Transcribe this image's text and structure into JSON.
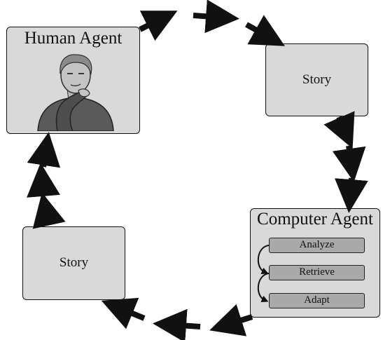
{
  "human_agent": {
    "title": "Human Agent",
    "figure_icon": "thinking-person-icon"
  },
  "story_top": {
    "label": "Story"
  },
  "story_bottom": {
    "label": "Story"
  },
  "computer_agent": {
    "title": "Computer Agent",
    "steps": [
      "Analyze",
      "Retrieve",
      "Adapt"
    ]
  },
  "colors": {
    "box_fill": "#d9d9d9",
    "step_fill": "#a9a9a9",
    "arrow": "#111111"
  }
}
